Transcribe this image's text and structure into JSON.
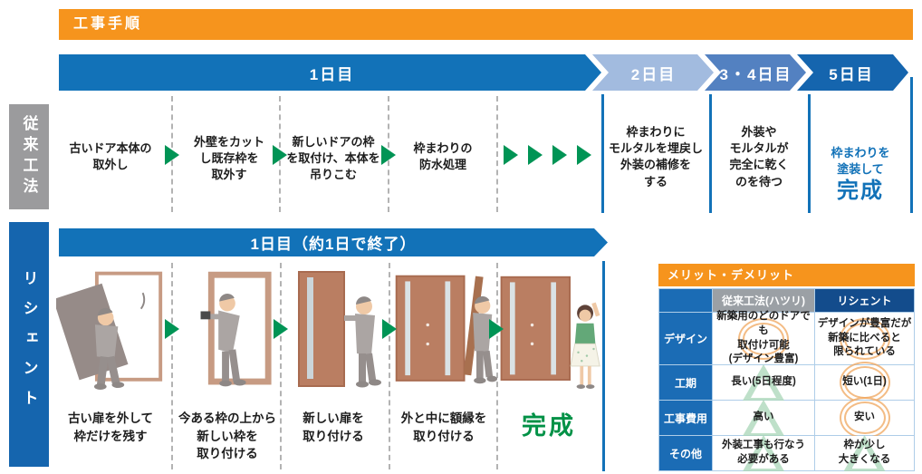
{
  "header": {
    "title": "工事手順"
  },
  "timeline": {
    "segments": [
      {
        "label": "1日目",
        "color": "#1272B8"
      },
      {
        "label": "2日目",
        "color": "#A2BBDF"
      },
      {
        "label": "3・4日目",
        "color": "#5381C1"
      },
      {
        "label": "5日目",
        "color": "#1565AE"
      }
    ]
  },
  "conventional": {
    "label": "従来工法",
    "steps": [
      "古いドア本体の\n取外し",
      "外壁をカット\nし既存枠を\n取外す",
      "新しいドアの枠\nを取付け、本体を\n吊りこむ",
      "枠まわりの\n防水処理",
      "枠まわりに\nモルタルを埋戻し\n外装の補修を\nする",
      "外装や\nモルタルが\n完全に乾く\nのを待つ"
    ],
    "final_step": {
      "text": "枠まわりを\n塗装して",
      "emphasis": "完成"
    }
  },
  "reshent": {
    "label": "リシェント",
    "day_bar": "1日目（約1日で終了）",
    "steps": [
      "古い扉を外して\n枠だけを残す",
      "今ある枠の上から\n新しい枠を\n取り付ける",
      "新しい扉を\n取り付ける",
      "外と中に額縁を\n取り付ける"
    ],
    "final": "完成"
  },
  "comparison": {
    "title": "メリット・デメリット",
    "columns": [
      "従来工法(ハツリ)",
      "リシェント"
    ],
    "rows": [
      {
        "label": "デザイン",
        "conventional": "新築用のどのドアでも\n取付け可能\n(デザイン豊富)",
        "conv_mark": "circle",
        "reshent": "デザインが豊富だが\n新築に比べると\n限られている",
        "resh_mark": "circle"
      },
      {
        "label": "工期",
        "conventional": "長い(5日程度)",
        "conv_mark": "triangle",
        "reshent": "短い(1日)",
        "resh_mark": "circle"
      },
      {
        "label": "工事費用",
        "conventional": "高い",
        "conv_mark": "triangle",
        "reshent": "安い",
        "resh_mark": "circle"
      },
      {
        "label": "その他",
        "conventional": "外装工事も行なう\n必要がある",
        "conv_mark": "triangle",
        "reshent": "枠が少し\n大きくなる",
        "resh_mark": "triangle"
      }
    ]
  },
  "icons": {
    "step_arrow": "right-triangle",
    "advantage_mark": "double-circle",
    "disadvantage_mark": "triangle-outline"
  },
  "colors": {
    "accent_orange": "#F6941D",
    "primary_blue": "#1272B8",
    "light_blue": "#A2BBDF",
    "mid_blue": "#5381C1",
    "navy": "#134C8C",
    "row_label_blue": "#1B6CB5",
    "gray_label": "#9B9B9D",
    "arrow_green": "#009455",
    "complete_green": "#009146",
    "mark_orange": "#F0A65D",
    "mark_green": "#A9D6B7"
  }
}
